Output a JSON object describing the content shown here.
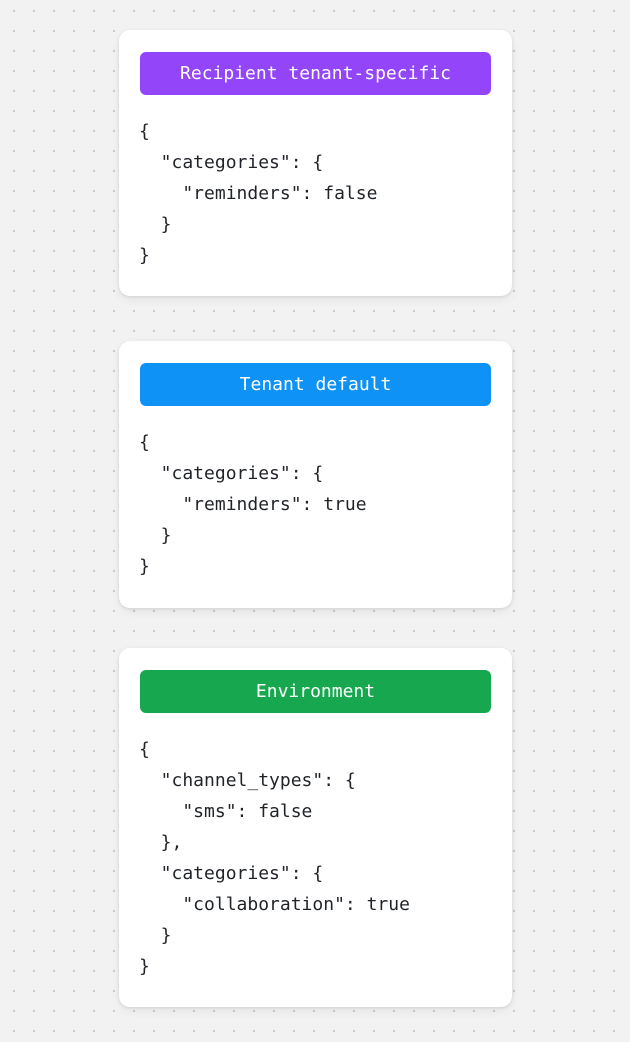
{
  "page": {
    "background_color": "#f2f2f2",
    "dot_color": "#c9c9c9",
    "card_background": "#ffffff",
    "code_text_color": "#1f2328"
  },
  "cards": [
    {
      "id": "recipient-tenant-specific",
      "header": {
        "title": "Recipient tenant-specific",
        "background_color": "#9345fa",
        "text_color": "#ffffff"
      },
      "code_lines": [
        "{",
        "  \"categories\": {",
        "    \"reminders\": false",
        "  }",
        "}"
      ]
    },
    {
      "id": "tenant-default",
      "header": {
        "title": "Tenant default",
        "background_color": "#0e92f5",
        "text_color": "#ffffff"
      },
      "code_lines": [
        "{",
        "  \"categories\": {",
        "    \"reminders\": true",
        "  }",
        "}"
      ]
    },
    {
      "id": "environment",
      "header": {
        "title": "Environment",
        "background_color": "#17a74f",
        "text_color": "#ffffff"
      },
      "code_lines": [
        "{",
        "  \"channel_types\": {",
        "    \"sms\": false",
        "  },",
        "  \"categories\": {",
        "    \"collaboration\": true",
        "  }",
        "}"
      ]
    }
  ]
}
